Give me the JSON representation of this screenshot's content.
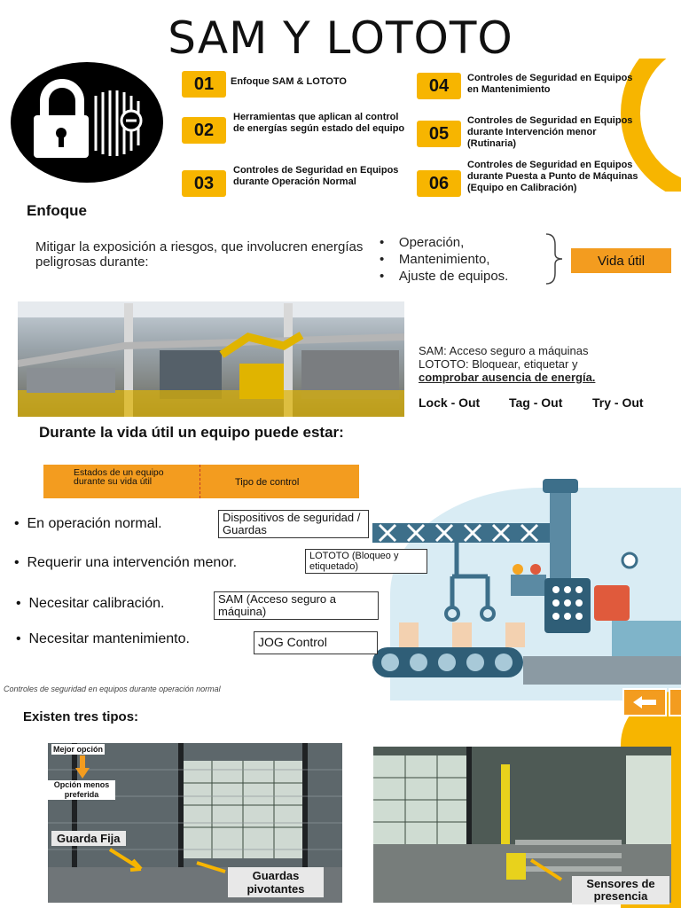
{
  "title": "SAM Y LOTOTO",
  "agenda": [
    {
      "num": "01",
      "text": "Enfoque SAM & LOTOTO"
    },
    {
      "num": "02",
      "text": "Herramientas que aplican al control de energías según estado del equipo"
    },
    {
      "num": "03",
      "text": "Controles de Seguridad en Equipos durante Operación Normal"
    },
    {
      "num": "04",
      "text": "Controles de Seguridad en Equipos en Mantenimiento"
    },
    {
      "num": "05",
      "text": "Controles de Seguridad en Equipos durante Intervención menor (Rutinaria)"
    },
    {
      "num": "06",
      "text": "Controles de Seguridad en Equipos durante Puesta a Punto de Máquinas (Equipo en Calibración)"
    }
  ],
  "enfoque": {
    "heading": "Enfoque",
    "text": "Mitigar la exposición a riesgos, que involucren energías peligrosas durante:",
    "list": [
      "Operación,",
      "Mantenimiento,",
      "Ajuste de equipos."
    ],
    "result": "Vida útil"
  },
  "sam_info": {
    "line1": "SAM: Acceso seguro a máquinas",
    "line2": "LOTOTO: Bloquear, etiquetar y",
    "line3": "comprobar ausencia de energía.",
    "lock": "Lock - Out",
    "tag": "Tag - Out",
    "try": "Try - Out"
  },
  "vida": {
    "heading": "Durante la vida útil un equipo puede estar:",
    "col1": "Estados de un equipo durante su vida útil",
    "col2": "Tipo de control",
    "rows": [
      {
        "state": "En operación normal.",
        "control": "Dispositivos de seguridad / Guardas"
      },
      {
        "state": "Requerir una intervención menor.",
        "control": "LOTOTO (Bloqueo y etiquetado)"
      },
      {
        "state": "Necesitar calibración.",
        "control": "SAM (Acceso seguro a máquina)"
      },
      {
        "state": "Necesitar mantenimiento.",
        "control": "JOG Control"
      }
    ]
  },
  "caption": "Controles de seguridad en equipos durante operación normal",
  "tipos": {
    "heading": "Existen tres tipos:",
    "mejor": "Mejor opción",
    "menos": "Opción menos preferida",
    "guarda_fija": "Guarda Fija",
    "pivotantes": "Guardas pivotantes",
    "sensores": "Sensores de presencia"
  },
  "colors": {
    "yellow": "#f7b500",
    "orange": "#f39c1f"
  },
  "icons": [
    "lock-icon",
    "arrow-left-icon",
    "arrow-down-icon"
  ]
}
